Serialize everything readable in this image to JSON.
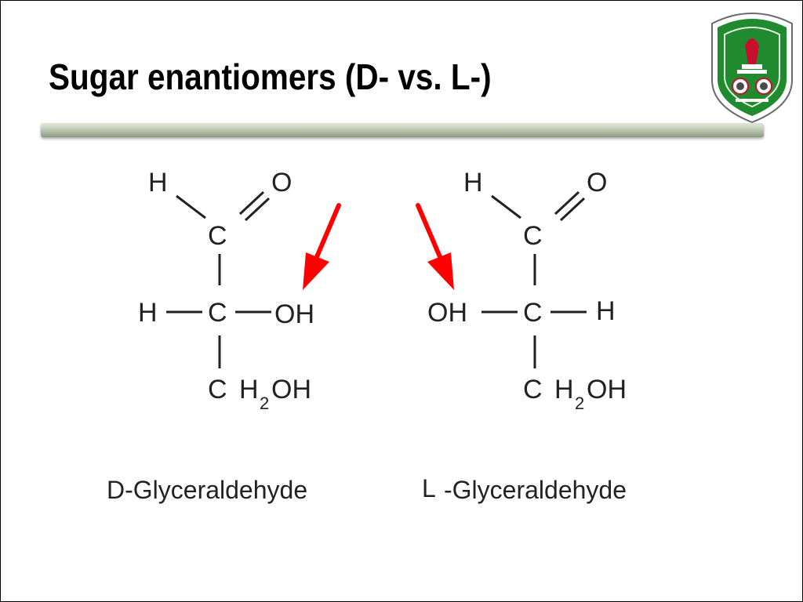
{
  "slide": {
    "title": "Sugar enantiomers (D- vs. L-)"
  },
  "logo": {
    "name": "university-seal",
    "colors": {
      "shield_green": "#1f8a2e",
      "border_white": "#ffffff",
      "accent_red": "#c8102e",
      "outline": "#4a4a4a"
    }
  },
  "molecules": {
    "d": {
      "aldehyde_h": "H",
      "aldehyde_o": "O",
      "c1": "C",
      "c2": "C",
      "left_sub": "H",
      "right_sub": "OH",
      "c3": "C",
      "h2_h": "H",
      "h2_2": "2",
      "h2_oh": "OH",
      "caption": "D-Glyceraldehyde"
    },
    "l": {
      "aldehyde_h": "H",
      "aldehyde_o": "O",
      "c1": "C",
      "c2": "C",
      "left_sub": "OH",
      "right_sub": "H",
      "c3": "C",
      "h2_h": "H",
      "h2_2": "2",
      "h2_oh": "OH",
      "caption_letter": "L",
      "caption_rest": "-Glyceraldehyde"
    }
  },
  "colors": {
    "arrow": "#ff0000",
    "text": "#222222"
  }
}
